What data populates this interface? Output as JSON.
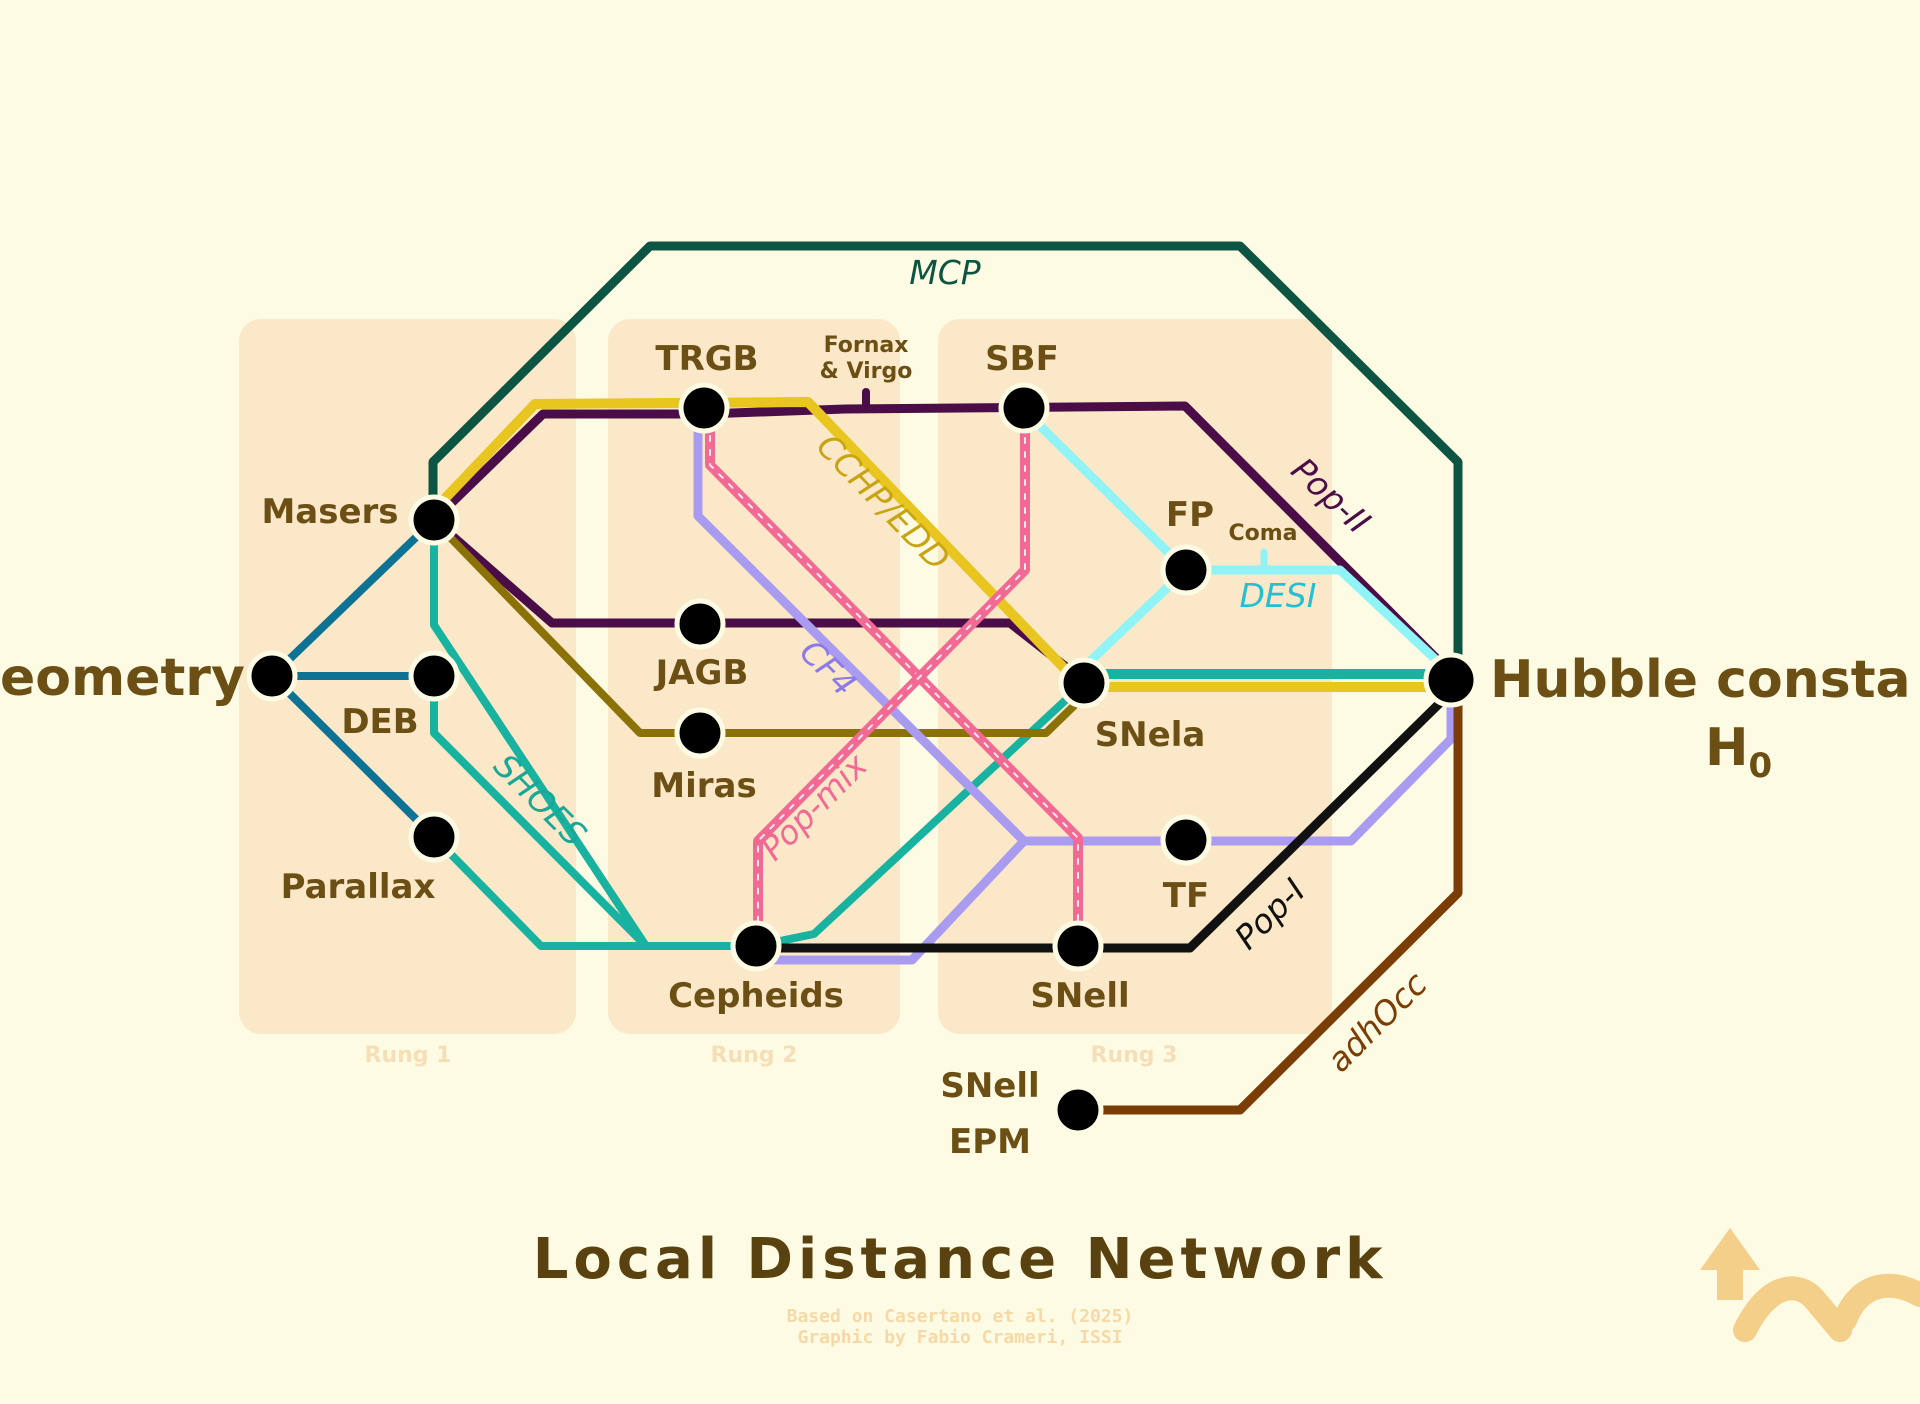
{
  "diagram": {
    "title": "Local Distance Network",
    "credit_line_1": "Based on Casertano et al. (2025)",
    "credit_line_2": "Graphic by Fabio Crameri, ISSI",
    "rungs": [
      "Rung 1",
      "Rung 2",
      "Rung 3"
    ],
    "nodes": {
      "geometry": "eometry",
      "masers": "Masers",
      "deb": "DEB",
      "parallax": "Parallax",
      "trgb": "TRGB",
      "jagb": "JAGB",
      "miras": "Miras",
      "cepheids": "Cepheids",
      "sbf": "SBF",
      "fp": "FP",
      "snela": "SNela",
      "tf": "TF",
      "snell": "SNell",
      "snell_epm_1": "SNell",
      "snell_epm_2": "EPM",
      "hubble": "Hubble consta",
      "hubble_symbol": "H",
      "hubble_sub": "0"
    },
    "annotations": {
      "fornax_1": "Fornax",
      "fornax_2": "& Virgo",
      "coma": "Coma"
    },
    "lines": {
      "mcp": "MCP",
      "cchp": "CCHP/EDD",
      "pop2": "Pop-II",
      "desi": "DESI",
      "cf4": "CF4",
      "shoes": "SHOES",
      "popmix": "Pop-mix",
      "pop1": "Pop-I",
      "adhocc": "adhOcc"
    },
    "colors": {
      "background": "#fefbe4",
      "rung_box": "#fbe8c8",
      "mcp": "#0e5443",
      "cchp": "#e8c51f",
      "pop2": "#4b0d48",
      "desi": "#90f3f6",
      "cf4": "#a99cf0",
      "shoes": "#17b3a0",
      "popmix": "#f26a93",
      "pop1": "#111111",
      "adhocc": "#7a3d05",
      "geometry_blue": "#0e7294",
      "miras_olive": "#8a7208"
    }
  }
}
